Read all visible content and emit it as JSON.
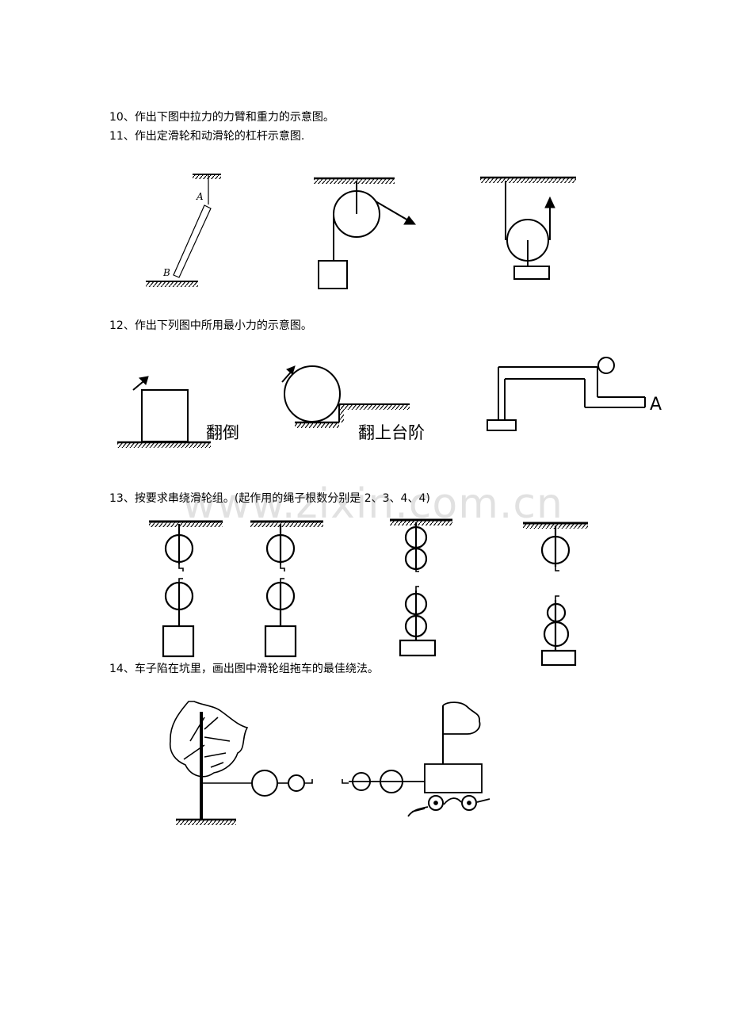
{
  "questions": {
    "q10": "10、作出下图中拉力的力臂和重力的示意图。",
    "q11": "11、作出定滑轮和动滑轮的杠杆示意图.",
    "q12": "12、作出下列图中所用最小力的示意图。",
    "q13": "13、按要求串绕滑轮组。(起作用的绳子根数分别是 2、3、4、4)",
    "q14": "14、车子陷在坑里，画出图中滑轮组拖车的最佳绕法。"
  },
  "figure_labels": {
    "rod_top": "A",
    "rod_bottom": "B",
    "tip_over": "翻倒",
    "climb_step": "翻上台阶",
    "beam_end": "A"
  },
  "watermark": "www.zixin.com.cn"
}
